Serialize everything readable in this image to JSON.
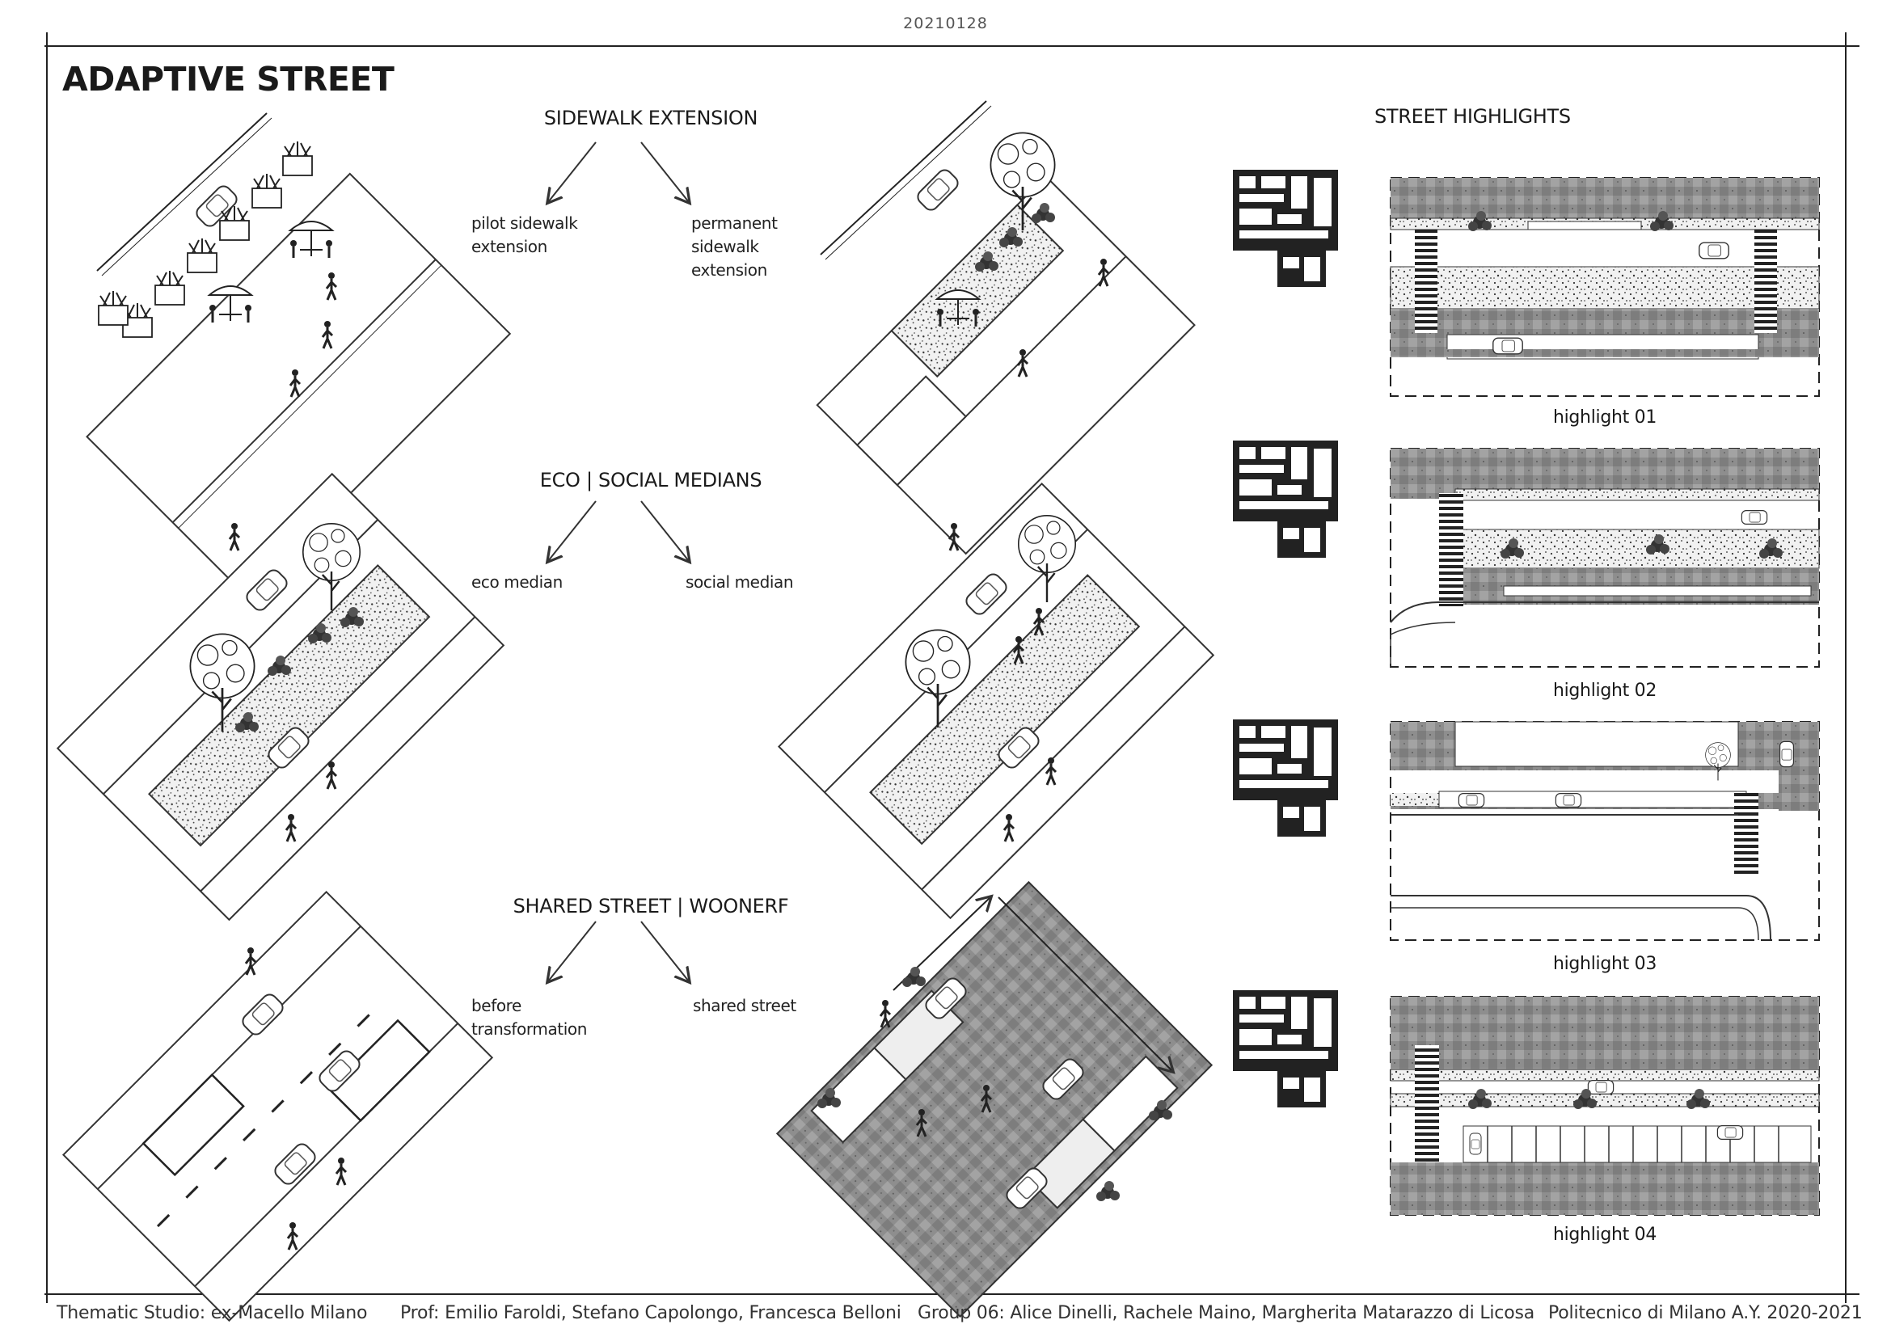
{
  "date": "20210128",
  "title": "ADAPTIVE STREET",
  "sections": {
    "sidewalk": {
      "title": "SIDEWALK EXTENSION",
      "left_option": [
        "pilot sidewalk",
        "extension"
      ],
      "right_option": [
        "permanent",
        "sidewalk",
        "extension"
      ]
    },
    "medians": {
      "title": "ECO | SOCIAL MEDIANS",
      "left_option": [
        "eco median"
      ],
      "right_option": [
        "social median"
      ]
    },
    "shared": {
      "title": "SHARED STREET | WOONERF",
      "left_option": [
        "before",
        "transformation"
      ],
      "right_option": [
        "shared street"
      ]
    }
  },
  "highlights": {
    "title": "STREET HIGHLIGHTS",
    "captions": [
      "highlight 01",
      "highlight 02",
      "highlight 03",
      "highlight 04"
    ]
  },
  "footer": {
    "studio": "Thematic Studio: ex-Macello Milano",
    "professors": "Prof: Emilio Faroldi, Stefano Capolongo, Francesca Belloni",
    "group": "Group 06: Alice Dinelli, Rachele Maino, Margherita Matarazzo di Licosa",
    "school": "Politecnico di Milano A.Y. 2020-2021"
  },
  "icons": [
    "arrow-icon",
    "tree-icon",
    "car-icon",
    "pedestrian-icon",
    "umbrella-table-icon",
    "planter-icon"
  ]
}
